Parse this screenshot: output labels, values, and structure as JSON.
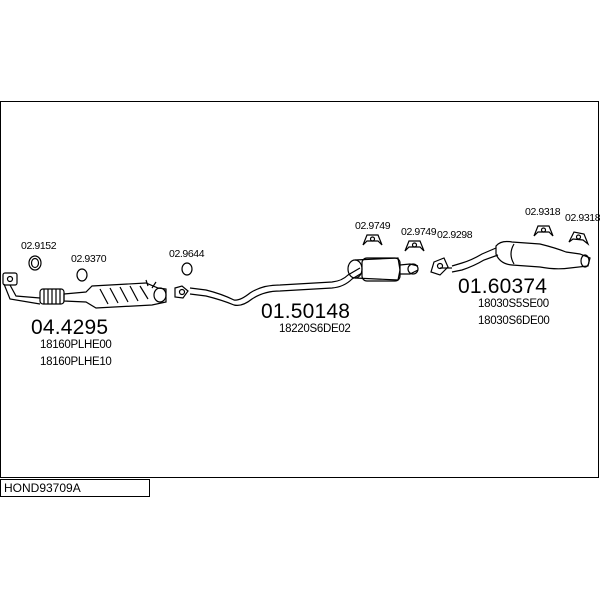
{
  "diagram_code": "HOND93709A",
  "parts": [
    {
      "ref": "02.9152"
    },
    {
      "ref": "02.9370"
    },
    {
      "ref": "02.9644"
    },
    {
      "ref": "02.9749"
    },
    {
      "ref": "02.9749"
    },
    {
      "ref": "02.9298"
    },
    {
      "ref": "02.9318"
    },
    {
      "ref": "02.9318"
    }
  ],
  "assemblies": [
    {
      "ref": "04.4295",
      "oem": [
        "18160PLHE00",
        "18160PLHE10"
      ]
    },
    {
      "ref": "01.50148",
      "oem": [
        "18220S6DE02"
      ]
    },
    {
      "ref": "01.60374",
      "oem": [
        "18030S5SE00",
        "18030S6DE00"
      ]
    }
  ]
}
